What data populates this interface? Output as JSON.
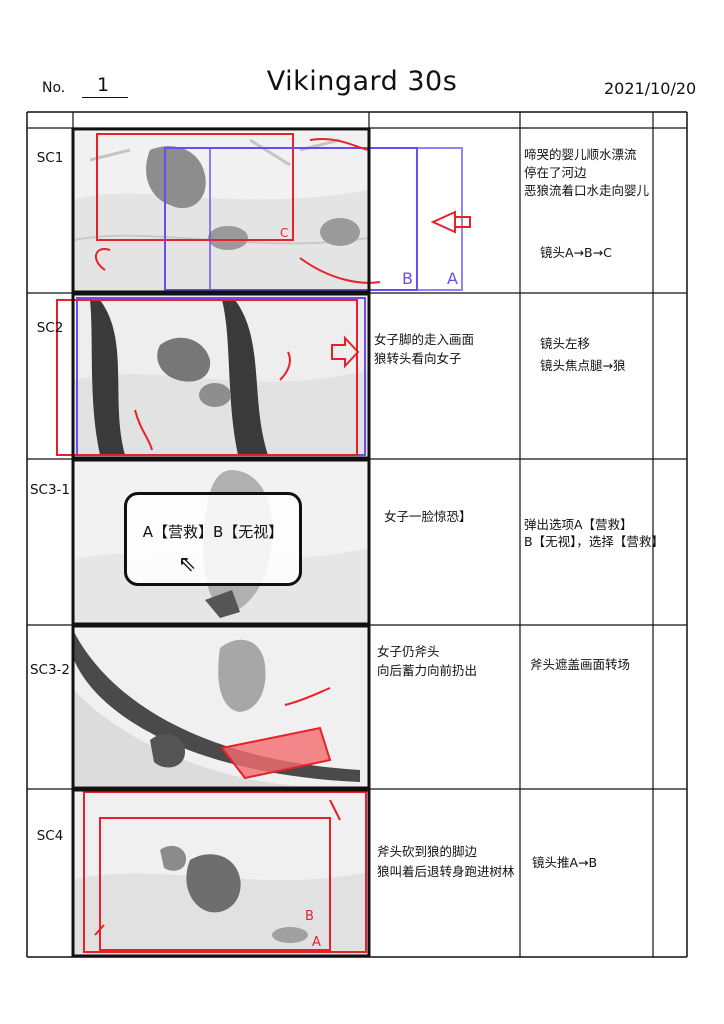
{
  "header": {
    "no_label": "No.",
    "no_value": "1",
    "title": "Vikingard 30s",
    "date": "2021/10/20"
  },
  "rows": [
    {
      "scene": "SC1",
      "action": [],
      "notes": [
        "啼哭的婴儿顺水漂流",
        "停在了河边",
        "恶狼流着口水走向婴儿",
        "镜头A→B→C"
      ]
    },
    {
      "scene": "SC2",
      "action": [
        "女子脚的走入画面",
        "狼转头看向女子"
      ],
      "notes": [
        "镜头左移",
        "镜头焦点腿→狼"
      ]
    },
    {
      "scene": "SC3-1",
      "action": [
        "女子一脸惊恐】"
      ],
      "notes": [
        "弹出选项A【营救】",
        "B【无视】，选择【营救】"
      ]
    },
    {
      "scene": "SC3-2",
      "action": [
        "女子仍斧头",
        "向后蓄力向前扔出"
      ],
      "notes": [
        "斧头遮盖画面转场"
      ]
    },
    {
      "scene": "SC4",
      "action": [
        "斧头砍到狼的脚边",
        "狼叫着后退转身跑进树林"
      ],
      "notes": [
        "镜头推A→B"
      ]
    }
  ],
  "frame_marks": {
    "sc1": [
      "C",
      "B",
      "A"
    ],
    "sc3_option": "A【营救】B【无视】",
    "sc4": [
      "B",
      "A"
    ]
  },
  "colors": {
    "ink": "#111111",
    "red_mark": "#e8202a",
    "purple_mark": "#6a4cf0",
    "sketch": "#bdbdbd"
  }
}
